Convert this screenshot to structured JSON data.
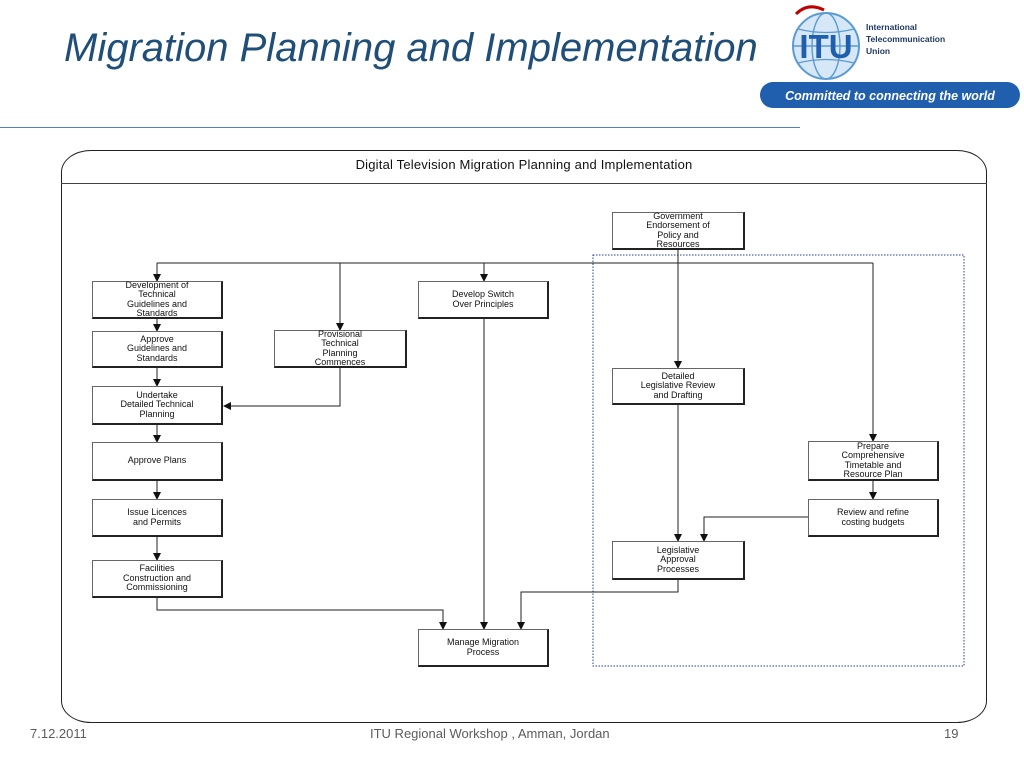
{
  "slide": {
    "title": "Migration Planning and Implementation",
    "footer_date": "7.12.2011",
    "footer_center": "ITU Regional Workshop , Amman, Jordan",
    "page_number": "19"
  },
  "logo": {
    "abbr": "ITU",
    "line1": "International",
    "line2": "Telecommunication",
    "line3": "Union",
    "slogan": "Committed to connecting the world",
    "colors": {
      "globe": "#5b9bd5",
      "banner": "#1f5fad",
      "arc": "#c00000"
    }
  },
  "diagram": {
    "title": "Digital Television Migration  Planning and Implementation",
    "boxes": {
      "government": "Government\nEndorsement of\nPolicy and\nResources",
      "dev_guidelines": "Development of\nTechnical\nGuidelines and\nStandards",
      "approve_guidelines": "Approve\nGuidelines and\nStandards",
      "provisional": "Provisional\nTechnical\nPlanning\nCommences",
      "undertake": "Undertake\nDetailed Technical\nPlanning",
      "approve_plans": "Approve Plans",
      "issue_licences": "Issue Licences\nand Permits",
      "facilities": "Facilities\nConstruction and\nCommissioning",
      "switchover": "Develop Switch\nOver Principles",
      "legislative_review": "Detailed\nLegislative Review\nand Drafting",
      "legislative_approval": "Legislative\nApproval\nProcesses",
      "timetable": "Prepare\nComprehensive\nTimetable and\nResource Plan",
      "review_costing": "Review and refine\ncosting budgets",
      "manage": "Manage Migration\nProcess"
    },
    "colors": {
      "dotted_region": "#1f3fa8",
      "lines": "#222222"
    }
  }
}
